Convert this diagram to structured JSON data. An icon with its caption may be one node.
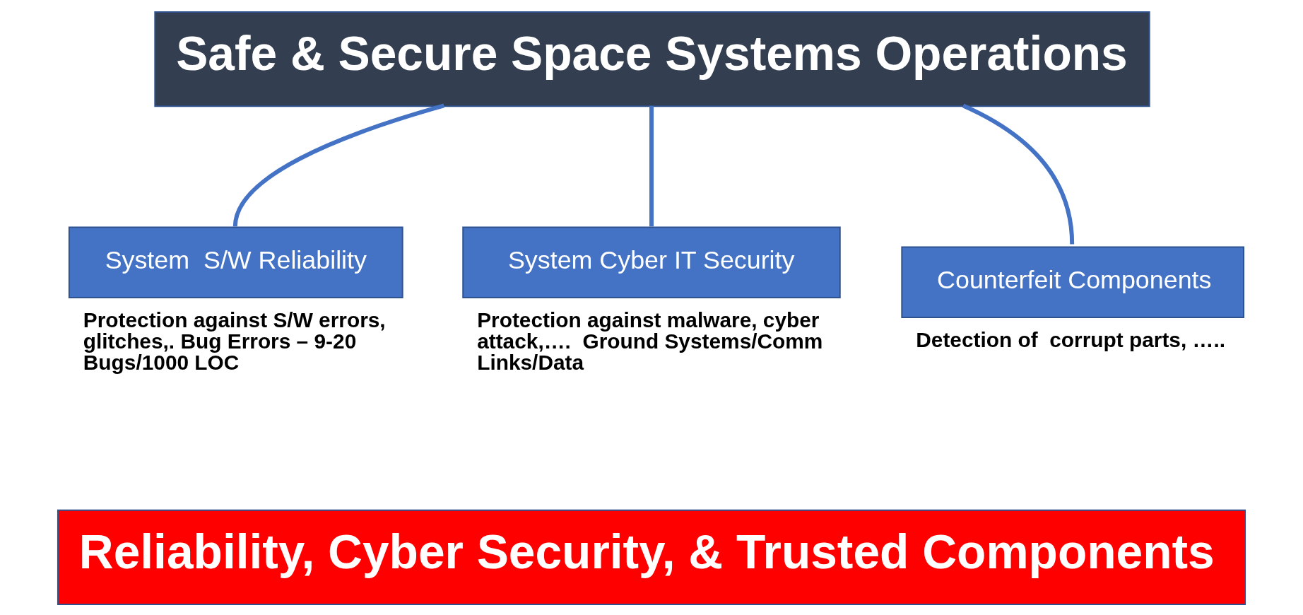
{
  "diagram": {
    "nodes": [
      {
        "text": [
          "Safe & Secure Space Systems Operations"
        ]
      },
      {
        "text": [
          "System  S/W Reliability"
        ],
        "beside": [
          "Protection against S/W errors, glitches,. Bug Errors – 9-20 Bugs/1000 LOC"
        ]
      },
      {
        "text": [
          "System Cyber IT Security"
        ],
        "beside": [
          "Protection against malware, cyber attack,….  Ground Systems/Comm Links/Data"
        ]
      },
      {
        "text": [
          "Counterfeit Components"
        ],
        "beside": [
          "Detection of  corrupt parts, ….."
        ]
      },
      {
        "text": [
          "Reliability, Cyber Security, & Trusted Components"
        ]
      }
    ],
    "edges": [
      {
        "from": 0,
        "to": 1,
        "arrow": "none"
      },
      {
        "from": 0,
        "to": 2,
        "arrow": "none"
      },
      {
        "from": 0,
        "to": 3,
        "arrow": "none"
      }
    ]
  }
}
